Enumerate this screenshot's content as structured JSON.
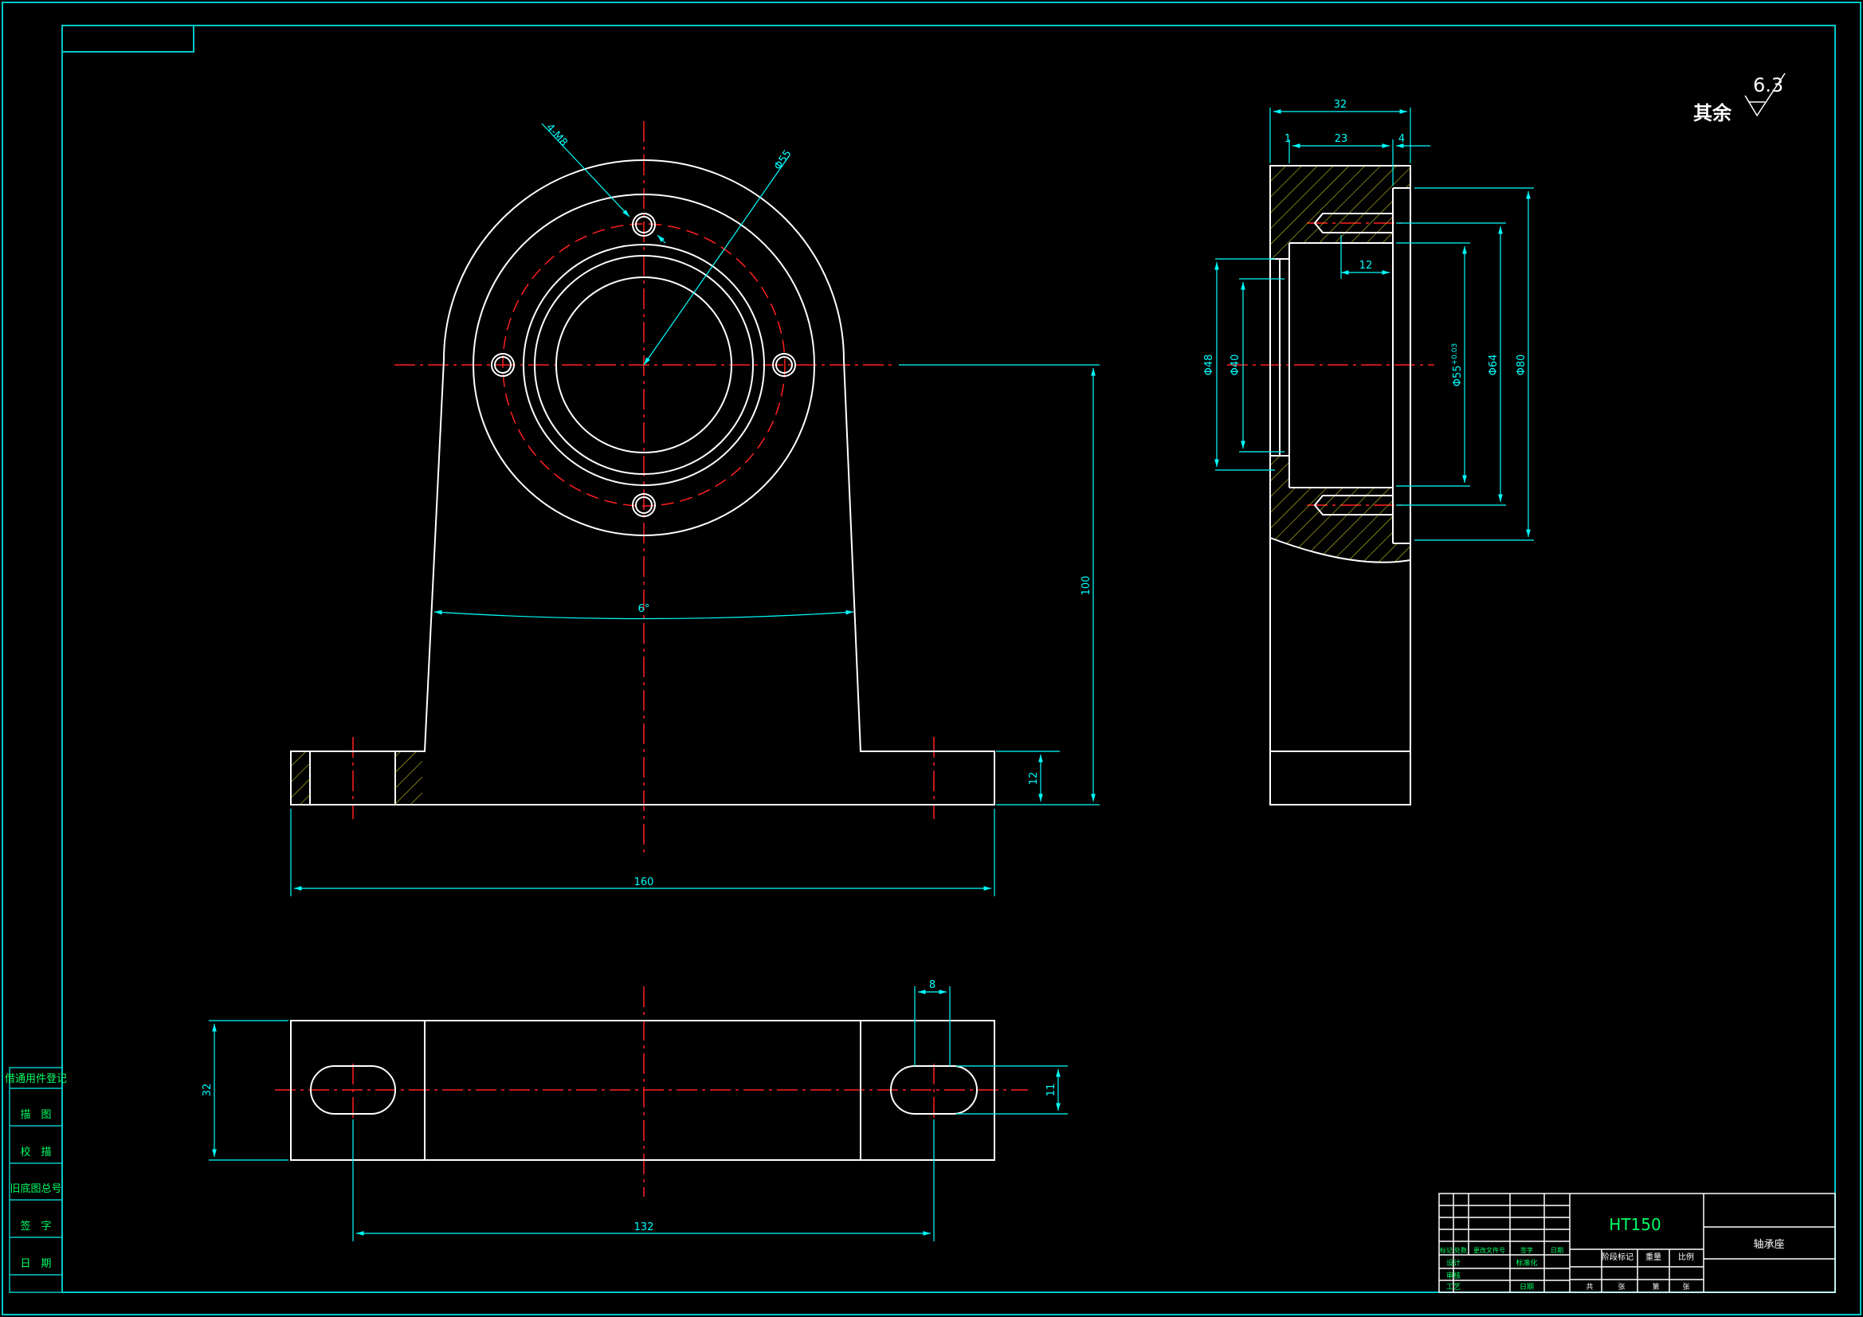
{
  "views": {
    "front": {
      "hole_callout": "4-M8",
      "pcd": "Φ55",
      "draft_angle": "6°",
      "height": "100",
      "base_thickness": "12",
      "width": "160"
    },
    "side": {
      "width_total": "32",
      "width_inner": "23",
      "step": "4",
      "one": "1",
      "thread_depth": "12",
      "d48": "Φ48",
      "d40": "Φ40",
      "d55": "Φ55",
      "d55_tol": "+0.03",
      "d64": "Φ64",
      "d80": "Φ80"
    },
    "top": {
      "depth": "32",
      "slot_width": "8",
      "slot_height": "11",
      "hole_spacing": "132"
    }
  },
  "roughness": {
    "prefix": "其余",
    "value": "6.3"
  },
  "left_strip": [
    "借通用件登记",
    "描　图",
    "校　描",
    "旧底图总号",
    "签　字",
    "日　期"
  ],
  "title_block": {
    "material": "HT150",
    "part_name": "轴承座",
    "header_cells": [
      "标记",
      "处数",
      "更改文件号",
      "签字",
      "日期"
    ],
    "rows": [
      "设计",
      "审核",
      "工艺"
    ],
    "col_labels": [
      "标准化",
      "日期"
    ],
    "right_labels": [
      "阶段标记",
      "重量",
      "比例"
    ],
    "bottom_labels": [
      "共",
      "张",
      "第",
      "张"
    ]
  },
  "colors": {
    "background": "#000000",
    "outline": "#ffffff",
    "dimension": "#00ffff",
    "centerline": "#ff2020",
    "hatch": "#c8c820",
    "frame": "#00c8c8",
    "text_green": "#00ff66"
  }
}
